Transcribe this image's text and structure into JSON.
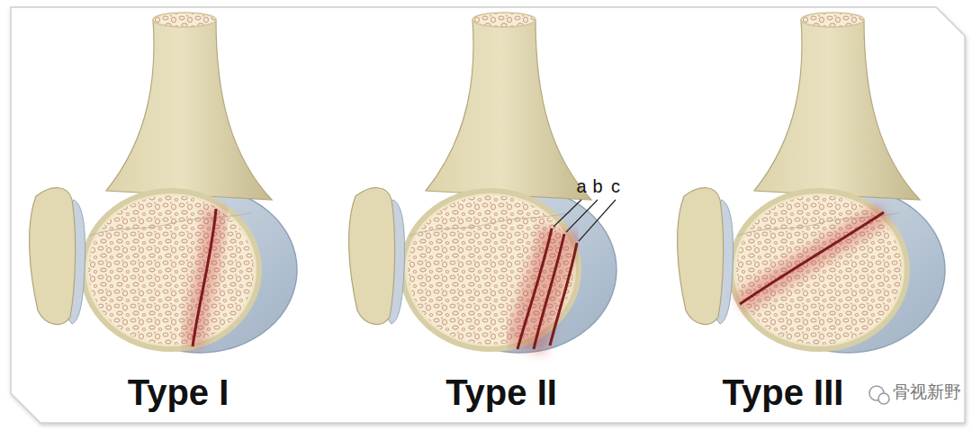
{
  "diagram": {
    "labels": [
      "Type I",
      "Type II",
      "a",
      "b",
      "c",
      "Type III",
      "骨视新野"
    ]
  }
}
